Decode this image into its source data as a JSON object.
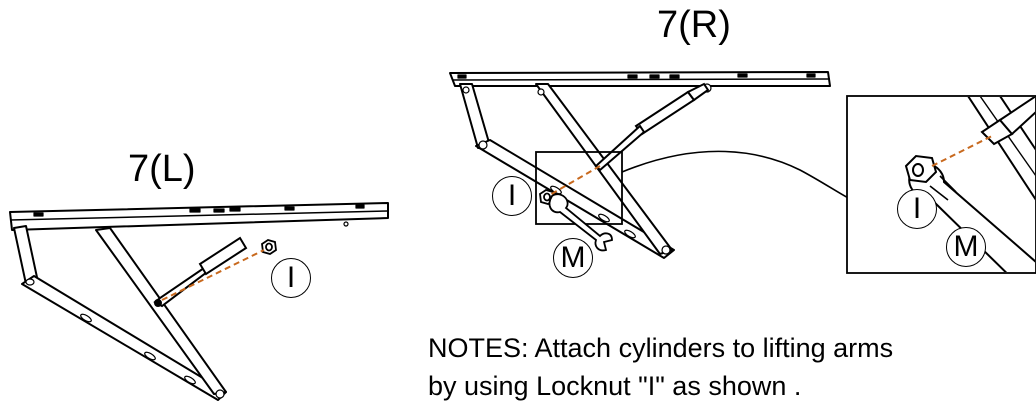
{
  "figure": {
    "left_assembly": {
      "title": "7(L)",
      "locknut_callout": "I"
    },
    "right_assembly": {
      "title": "7(R)",
      "locknut_callout": "I",
      "wrench_callout": "M"
    },
    "detail_view": {
      "locknut_callout": "I",
      "wrench_callout": "M"
    },
    "notes": {
      "line1": "NOTES: Attach cylinders to lifting arms",
      "line2": "by using Locknut \"I\" as shown ."
    },
    "colors": {
      "line": "#000000",
      "dashed_guide": "#c8691e",
      "background": "#ffffff"
    }
  }
}
